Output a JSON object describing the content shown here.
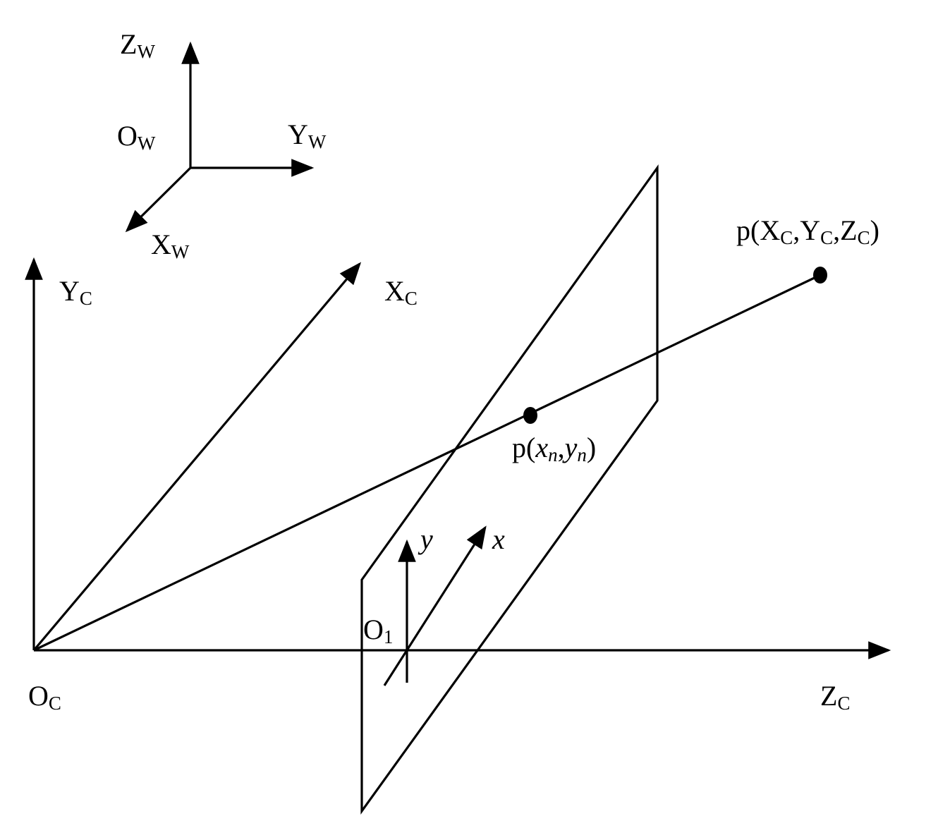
{
  "world_axes": {
    "origin": {
      "base": "O",
      "sub": "W"
    },
    "z": {
      "base": "Z",
      "sub": "W"
    },
    "y": {
      "base": "Y",
      "sub": "W"
    },
    "x": {
      "base": "X",
      "sub": "W"
    }
  },
  "camera_axes": {
    "origin": {
      "base": "O",
      "sub": "C"
    },
    "y": {
      "base": "Y",
      "sub": "C"
    },
    "x": {
      "base": "X",
      "sub": "C"
    },
    "z": {
      "base": "Z",
      "sub": "C"
    }
  },
  "image_plane": {
    "origin": {
      "base": "O",
      "sub": "1"
    },
    "x_axis": "x",
    "y_axis": "y"
  },
  "points": {
    "world_point": {
      "prefix": "p(",
      "x": "X",
      "x_sub": "C",
      "sep1": ",",
      "y": "Y",
      "y_sub": "C",
      "sep2": ",",
      "z": "Z",
      "z_sub": "C",
      "suffix": ")"
    },
    "image_point": {
      "prefix": "p(",
      "x": "x",
      "x_sub": "n",
      "sep": ",",
      "y": "y",
      "y_sub": "n",
      "suffix": ")"
    }
  },
  "colors": {
    "stroke": "#000000",
    "background": "#ffffff"
  }
}
